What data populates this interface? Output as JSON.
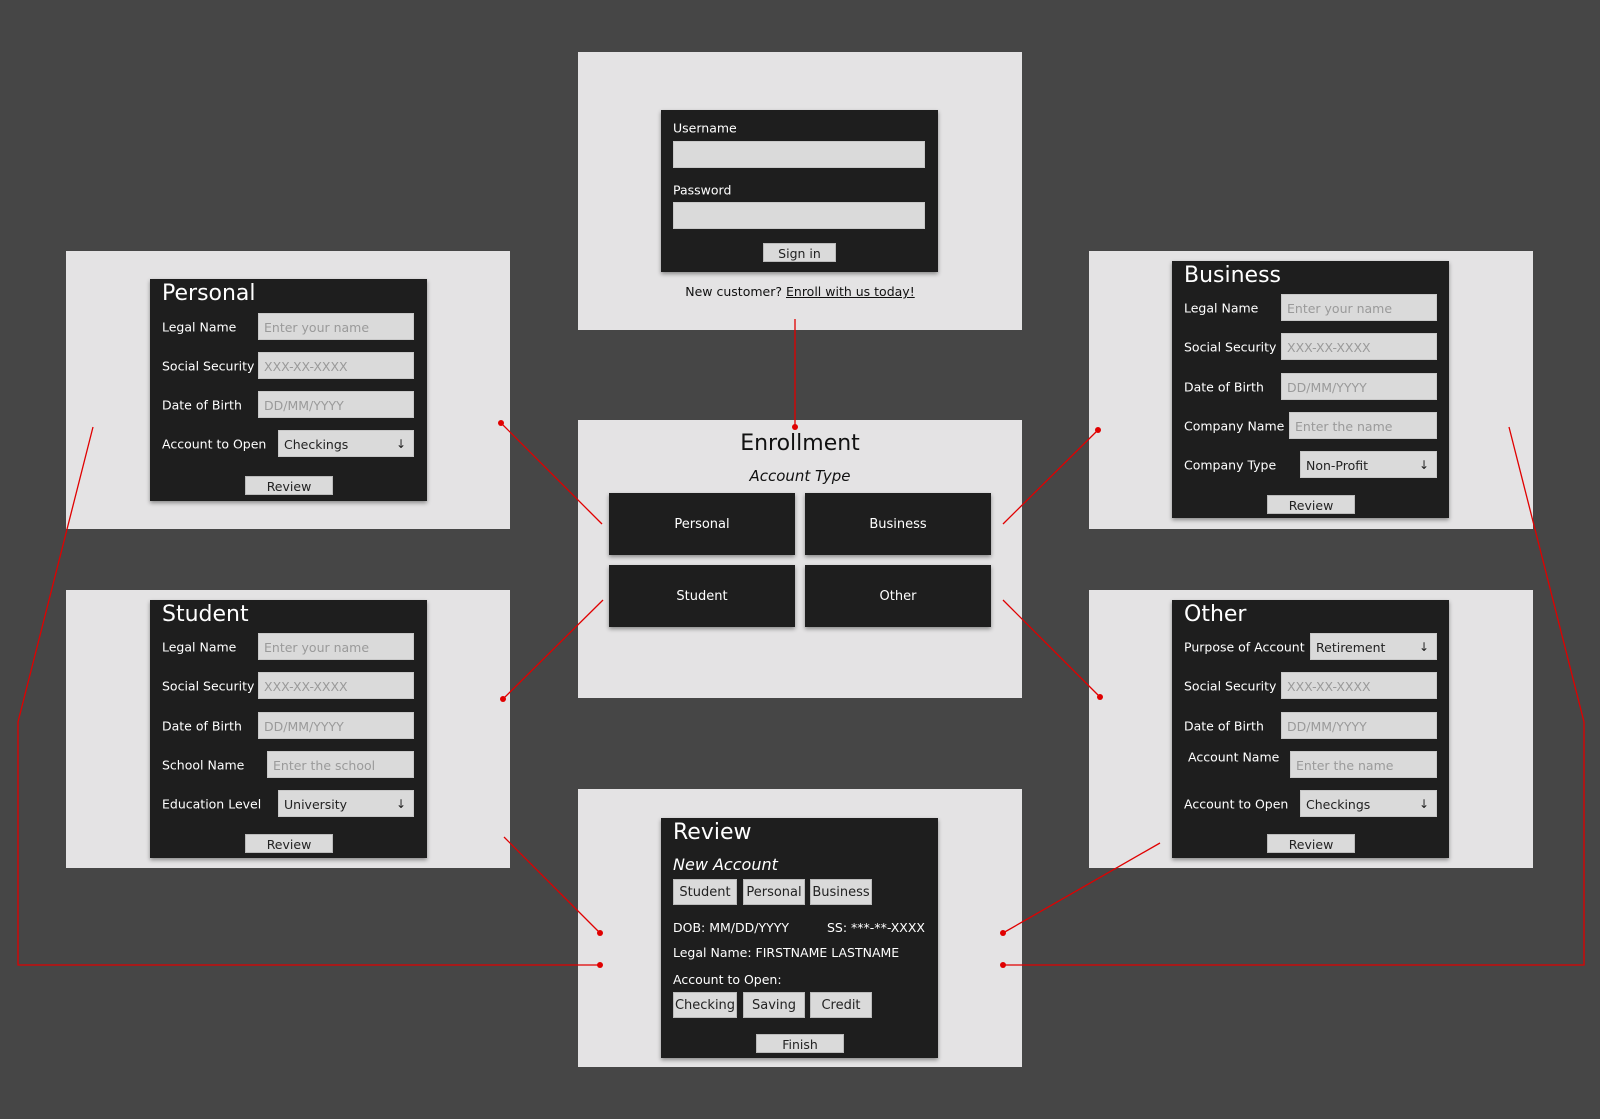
{
  "login": {
    "username_label": "Username",
    "password_label": "Password",
    "sign_in": "Sign in",
    "new_customer": "New customer?",
    "enroll_link": "Enroll with us today!"
  },
  "enrollment": {
    "title": "Enrollment",
    "subtitle": "Account Type",
    "options": [
      "Personal",
      "Business",
      "Student",
      "Other"
    ]
  },
  "personal": {
    "title": "Personal",
    "legal_name": "Legal Name",
    "legal_name_ph": "Enter your name",
    "ss": "Social Security",
    "ss_ph": "XXX-XX-XXXX",
    "dob": "Date of Birth",
    "dob_ph": "DD/MM/YYYY",
    "account": "Account to Open",
    "account_val": "Checkings",
    "review": "Review"
  },
  "student": {
    "title": "Student",
    "legal_name": "Legal Name",
    "legal_name_ph": "Enter your name",
    "ss": "Social Security",
    "ss_ph": "XXX-XX-XXXX",
    "dob": "Date of Birth",
    "dob_ph": "DD/MM/YYYY",
    "school": "School Name",
    "school_ph": "Enter the school",
    "edu": "Education Level",
    "edu_val": "University",
    "review": "Review"
  },
  "business": {
    "title": "Business",
    "legal_name": "Legal Name",
    "legal_name_ph": "Enter your name",
    "ss": "Social Security",
    "ss_ph": "XXX-XX-XXXX",
    "dob": "Date of Birth",
    "dob_ph": "DD/MM/YYYY",
    "company": "Company Name",
    "company_ph": "Enter the name",
    "ctype": "Company Type",
    "ctype_val": "Non-Profit",
    "review": "Review"
  },
  "other": {
    "title": "Other",
    "purpose": "Purpose of Account",
    "purpose_val": "Retirement",
    "ss": "Social Security",
    "ss_ph": "XXX-XX-XXXX",
    "dob": "Date of Birth",
    "dob_ph": "DD/MM/YYYY",
    "acct_name": "Account Name",
    "acct_name_ph": "Enter the name",
    "account": "Account to Open",
    "account_val": "Checkings",
    "review": "Review"
  },
  "review": {
    "title": "Review",
    "subtitle": "New Account",
    "types": [
      "Student",
      "Personal",
      "Business"
    ],
    "dob": "DOB: MM/DD/YYYY",
    "ss": "SS: ***-**-XXXX",
    "legal_name": "Legal Name: FIRSTNAME LASTNAME",
    "account_label": "Account to Open:",
    "accounts": [
      "Checking",
      "Saving",
      "Credit"
    ],
    "finish": "Finish"
  },
  "arrow_glyph": "↓",
  "colors": {
    "background": "#464646",
    "panel": "#e4e3e4",
    "card": "#1e1e1e",
    "connector": "#e00000"
  }
}
